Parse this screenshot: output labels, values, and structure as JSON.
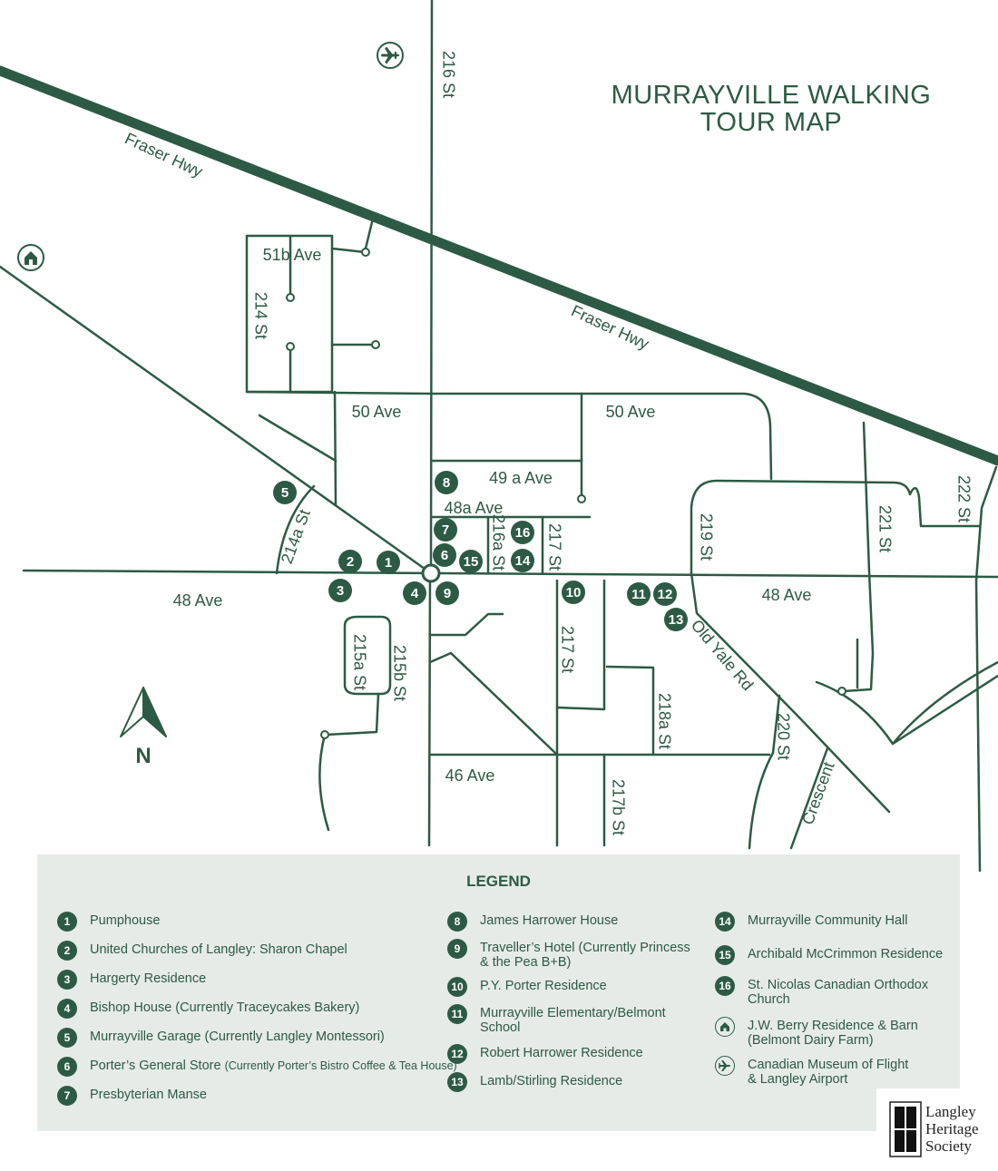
{
  "title": [
    "MURRAYVILLE WALKING",
    "TOUR MAP"
  ],
  "colors": {
    "primary": "#2d5a45",
    "legend_bg": "#e6ebe8"
  },
  "north_label": "N",
  "roads": [
    {
      "name": "Fraser Hwy"
    },
    {
      "name": "Fraser Hwy"
    },
    {
      "name": "216 St"
    },
    {
      "name": "51b Ave"
    },
    {
      "name": "214 St"
    },
    {
      "name": "50 Ave"
    },
    {
      "name": "50 Ave"
    },
    {
      "name": "49 a Ave"
    },
    {
      "name": "48a Ave"
    },
    {
      "name": "216a St"
    },
    {
      "name": "217 St"
    },
    {
      "name": "219 St"
    },
    {
      "name": "221 St"
    },
    {
      "name": "222 St"
    },
    {
      "name": "214a St"
    },
    {
      "name": "48 Ave"
    },
    {
      "name": "48 Ave"
    },
    {
      "name": "215a St"
    },
    {
      "name": "215b St"
    },
    {
      "name": "217 St"
    },
    {
      "name": "218a St"
    },
    {
      "name": "Old Yale Rd"
    },
    {
      "name": "220 St"
    },
    {
      "name": "Crescent"
    },
    {
      "name": "46 Ave"
    },
    {
      "name": "217b St"
    }
  ],
  "markers": [
    "1",
    "2",
    "3",
    "4",
    "5",
    "6",
    "7",
    "8",
    "9",
    "10",
    "11",
    "12",
    "13",
    "14",
    "15",
    "16"
  ],
  "map_icons": [
    {
      "name": "airplane-icon"
    },
    {
      "name": "house-icon"
    }
  ],
  "legend": {
    "title": "LEGEND",
    "items": [
      {
        "num": "1",
        "label": "Pumphouse"
      },
      {
        "num": "2",
        "label": "United Churches of Langley: Sharon Chapel"
      },
      {
        "num": "3",
        "label": "Hargerty Residence"
      },
      {
        "num": "4",
        "label": "Bishop House (Currently Traceycakes Bakery)"
      },
      {
        "num": "5",
        "label": "Murrayville Garage (Currently Langley Montessori)"
      },
      {
        "num": "6",
        "label": "Porter’s General Store",
        "label_small": "(Currently Porter’s Bistro Coffee & Tea House)"
      },
      {
        "num": "7",
        "label": "Presbyterian Manse"
      },
      {
        "num": "8",
        "label": "James Harrower House"
      },
      {
        "num": "9",
        "label": "Traveller’s Hotel (Currently Princess",
        "label2": "& the Pea B+B)"
      },
      {
        "num": "10",
        "label": "P.Y. Porter Residence"
      },
      {
        "num": "11",
        "label": "Murrayville Elementary/Belmont",
        "label2": "School"
      },
      {
        "num": "12",
        "label": "Robert Harrower Residence"
      },
      {
        "num": "13",
        "label": "Lamb/Stirling Residence"
      },
      {
        "num": "14",
        "label": "Murrayville Community Hall"
      },
      {
        "num": "15",
        "label": "Archibald McCrimmon Residence"
      },
      {
        "num": "16",
        "label": "St. Nicolas Canadian Orthodox",
        "label2": "Church"
      },
      {
        "icon": "house-icon",
        "label": "J.W. Berry Residence & Barn",
        "label2": "(Belmont Dairy Farm)"
      },
      {
        "icon": "airplane-icon",
        "label": "Canadian Museum of Flight",
        "label2": "& Langley Airport"
      }
    ]
  },
  "logo": {
    "lines": [
      "Langley",
      "Heritage",
      "Society"
    ]
  }
}
